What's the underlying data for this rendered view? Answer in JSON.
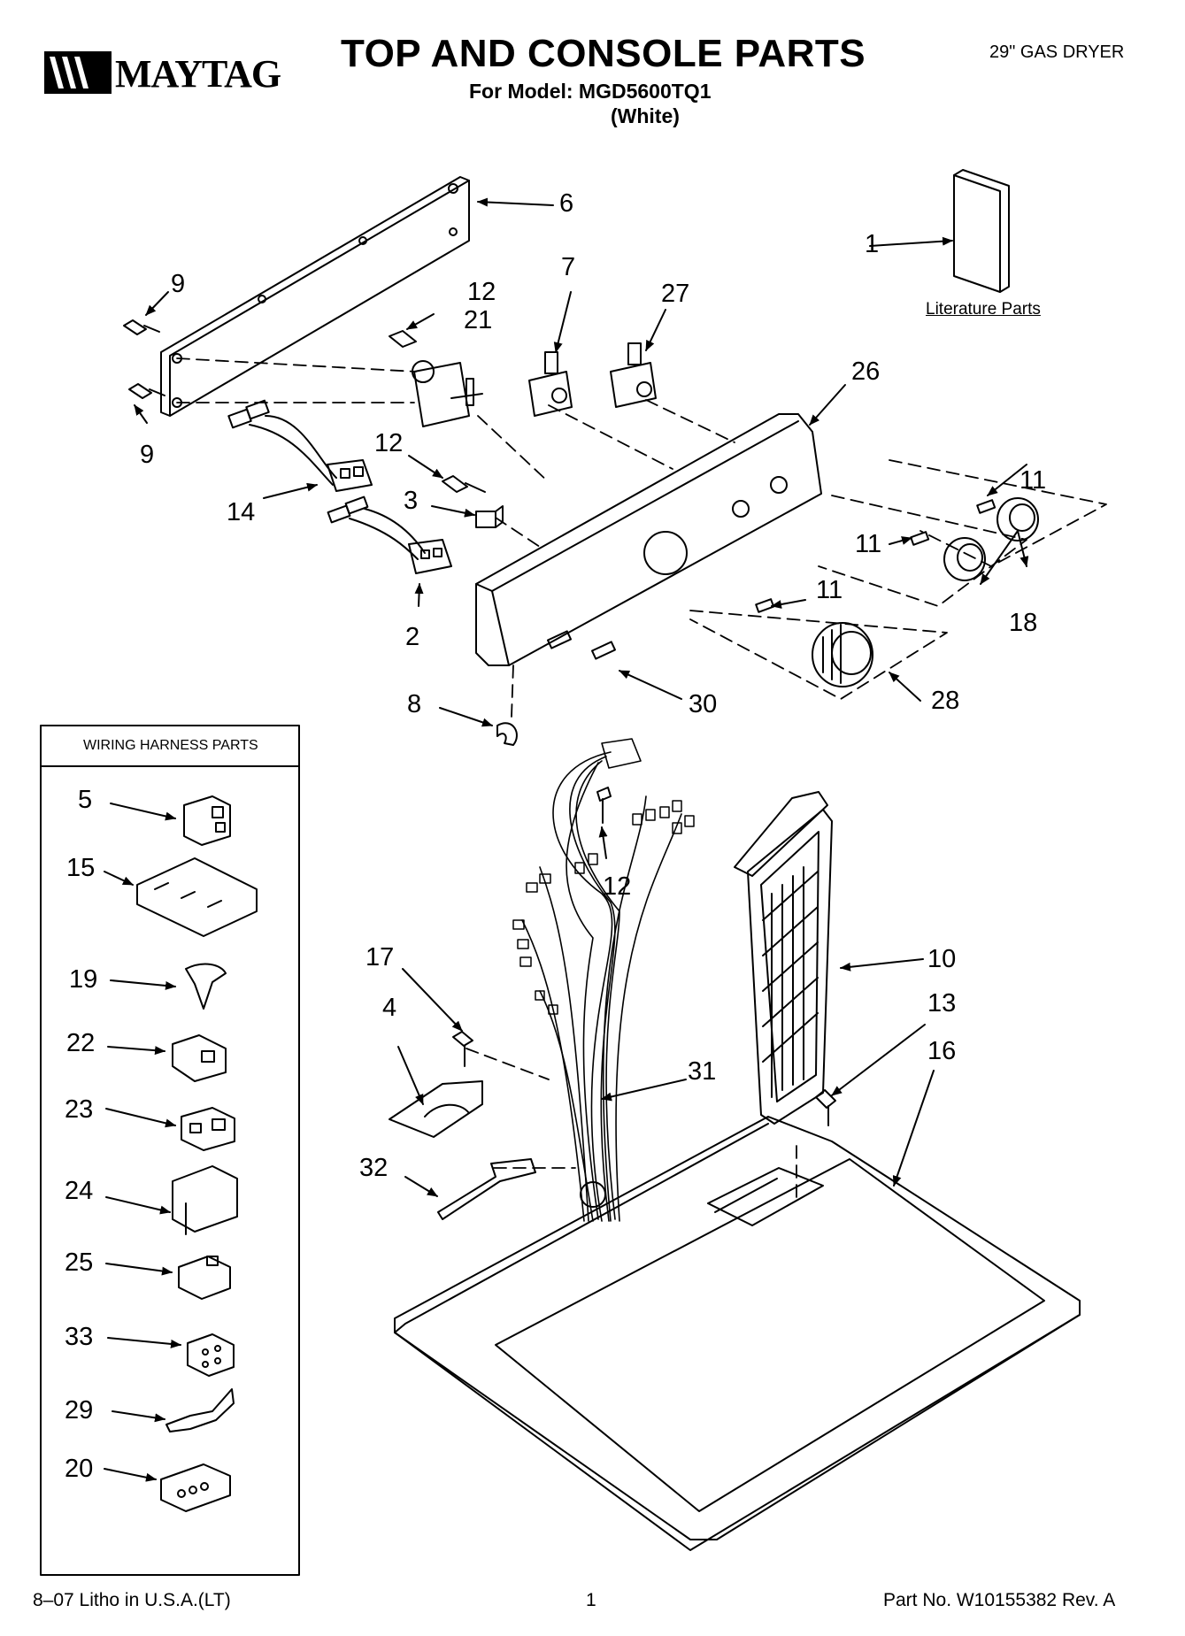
{
  "header": {
    "brand": "MAYTAG",
    "title": "TOP AND CONSOLE PARTS",
    "model_line": "For Model: MGD5600TQ1",
    "color_line": "(White)",
    "product": "29\" GAS DRYER"
  },
  "literature_label": "Literature Parts",
  "wiring_box_title": "WIRING HARNESS PARTS",
  "callouts": {
    "c1": "1",
    "c2": "2",
    "c3": "3",
    "c4": "4",
    "c5": "5",
    "c6": "6",
    "c7": "7",
    "c8": "8",
    "c9a": "9",
    "c9b": "9",
    "c10": "10",
    "c11a": "11",
    "c11b": "11",
    "c11c": "11",
    "c12a": "12",
    "c12b": "12",
    "c12c": "12",
    "c13": "13",
    "c14": "14",
    "c15": "15",
    "c16": "16",
    "c17": "17",
    "c18": "18",
    "c19": "19",
    "c20": "20",
    "c21": "21",
    "c22": "22",
    "c23": "23",
    "c24": "24",
    "c25": "25",
    "c26": "26",
    "c27": "27",
    "c28": "28",
    "c29": "29",
    "c30": "30",
    "c31": "31",
    "c32": "32",
    "c33": "33"
  },
  "footer": {
    "litho": "8–07 Litho in U.S.A.(LT)",
    "page": "1",
    "part_no": "Part No. W10155382 Rev. A"
  }
}
